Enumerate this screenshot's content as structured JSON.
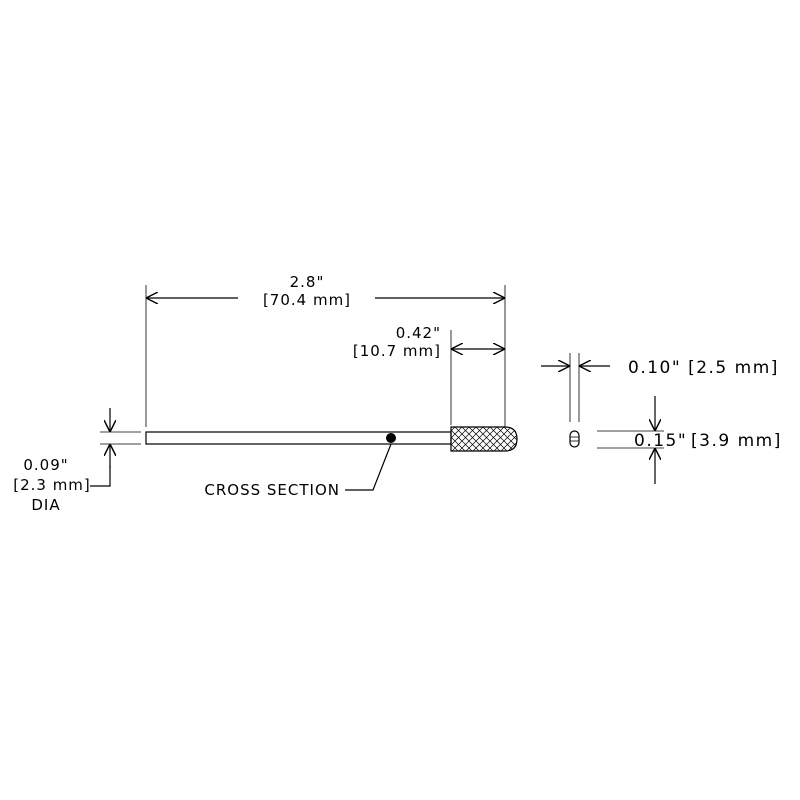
{
  "dimensions": {
    "overall_length": {
      "in": "2.8\"",
      "mm": "[70.4 mm]"
    },
    "tip_length": {
      "in": "0.42\"",
      "mm": "[10.7 mm]"
    },
    "shaft_diameter": {
      "in": "0.09\"",
      "mm": "[2.3 mm]",
      "suffix": "DIA"
    },
    "tip_thickness": {
      "label": "0.10\" [2.5 mm]"
    },
    "tip_width": {
      "in": "0.15\"",
      "mm": "[3.9 mm]"
    }
  },
  "callouts": {
    "cross_section": "CROSS SECTION"
  },
  "colors": {
    "line": "#000000",
    "background": "#ffffff"
  }
}
